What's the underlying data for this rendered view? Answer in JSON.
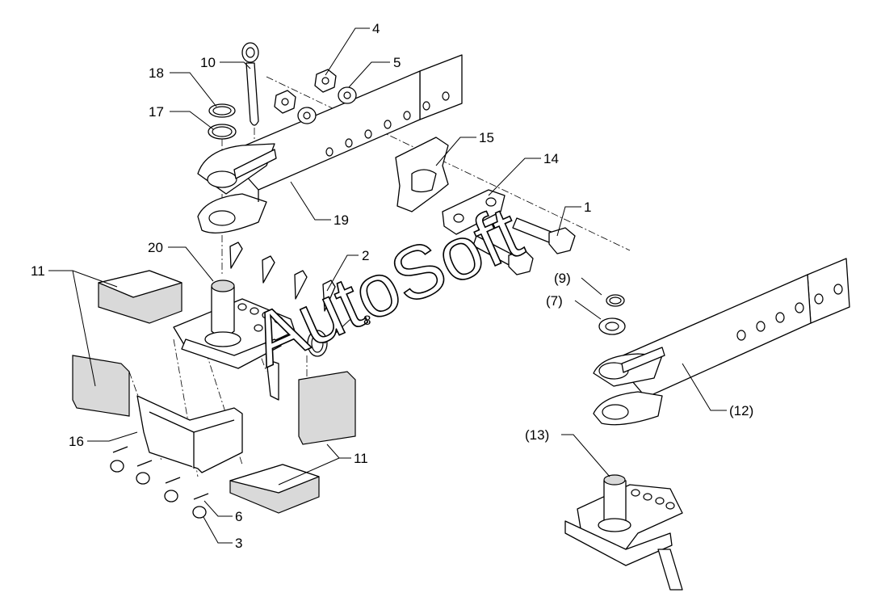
{
  "labels": {
    "l1": "1",
    "l2": "2",
    "l3": "3",
    "l4": "4",
    "l5": "5",
    "l6": "6",
    "l7": "(7)",
    "l8": "8",
    "l9": "(9)",
    "l10": "10",
    "l11a": "11",
    "l11b": "11",
    "l12": "(12)",
    "l13": "(13)",
    "l14": "14",
    "l15": "15",
    "l16": "16",
    "l17": "17",
    "l18": "18",
    "l19": "19",
    "l20": "20"
  },
  "watermark": "AutoSoft"
}
